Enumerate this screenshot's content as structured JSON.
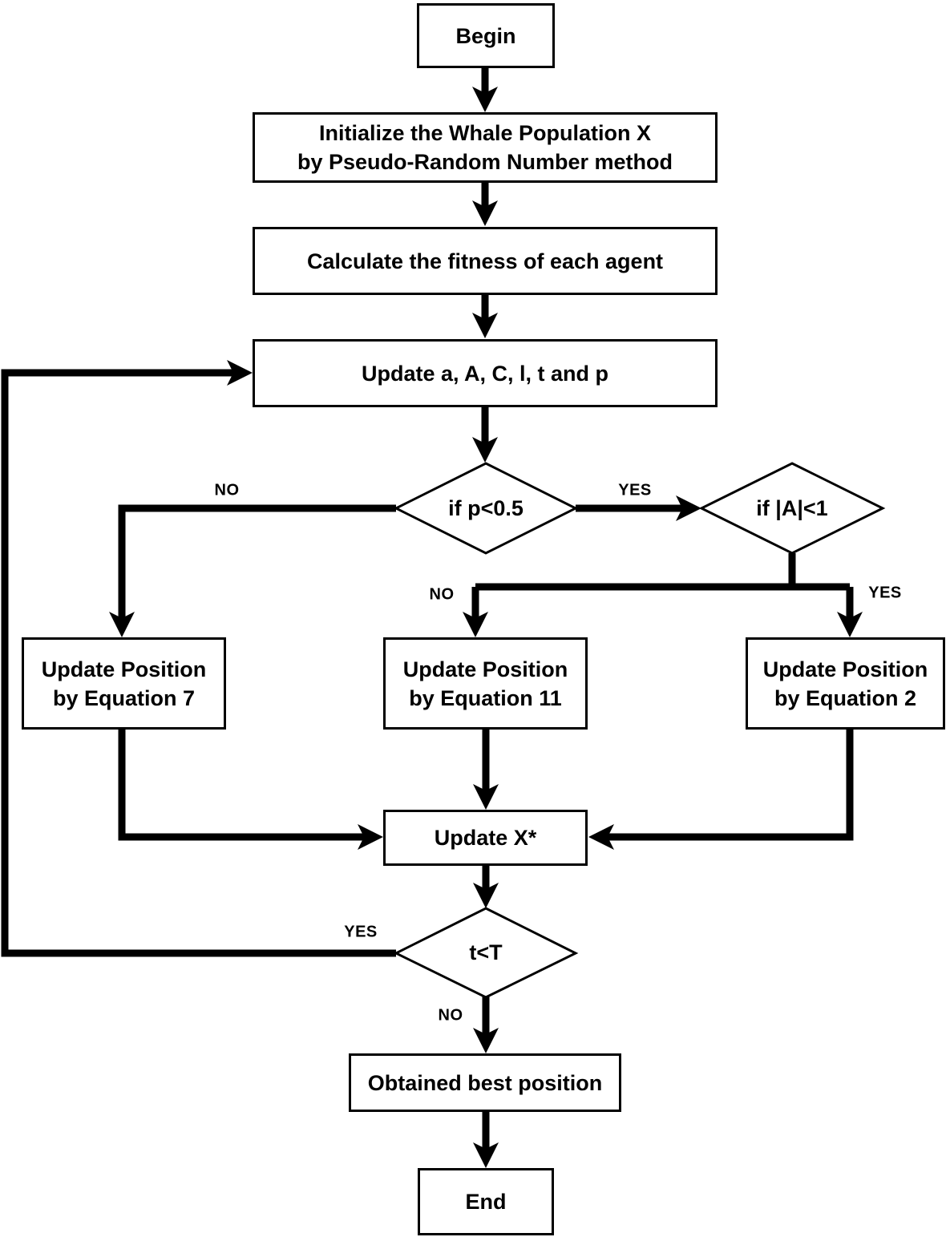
{
  "colors": {
    "ink": "#000000",
    "paper": "#ffffff"
  },
  "nodes": {
    "begin": {
      "label": "Begin"
    },
    "initialize": {
      "line1": "Initialize the Whale Population X",
      "line2": "by Pseudo-Random Number method"
    },
    "calculate": {
      "label": "Calculate the fitness of each agent"
    },
    "update_params": {
      "label": "Update a, A, C, l, t and p"
    },
    "decision_p": {
      "label": "if p<0.5"
    },
    "decision_a": {
      "label": "if |A|<1"
    },
    "eq7": {
      "line1": "Update Position",
      "line2": "by Equation 7"
    },
    "eq11": {
      "line1": "Update Position",
      "line2": "by Equation 11"
    },
    "eq2": {
      "line1": "Update Position",
      "line2": "by Equation 2"
    },
    "update_x": {
      "label": "Update X*"
    },
    "decision_t": {
      "label": "t<T"
    },
    "obtained": {
      "label": "Obtained best position"
    },
    "end": {
      "label": "End"
    }
  },
  "edge_labels": {
    "p_no": "NO",
    "p_yes": "YES",
    "a_no": "NO",
    "a_yes": "YES",
    "t_yes": "YES",
    "t_no": "NO"
  }
}
